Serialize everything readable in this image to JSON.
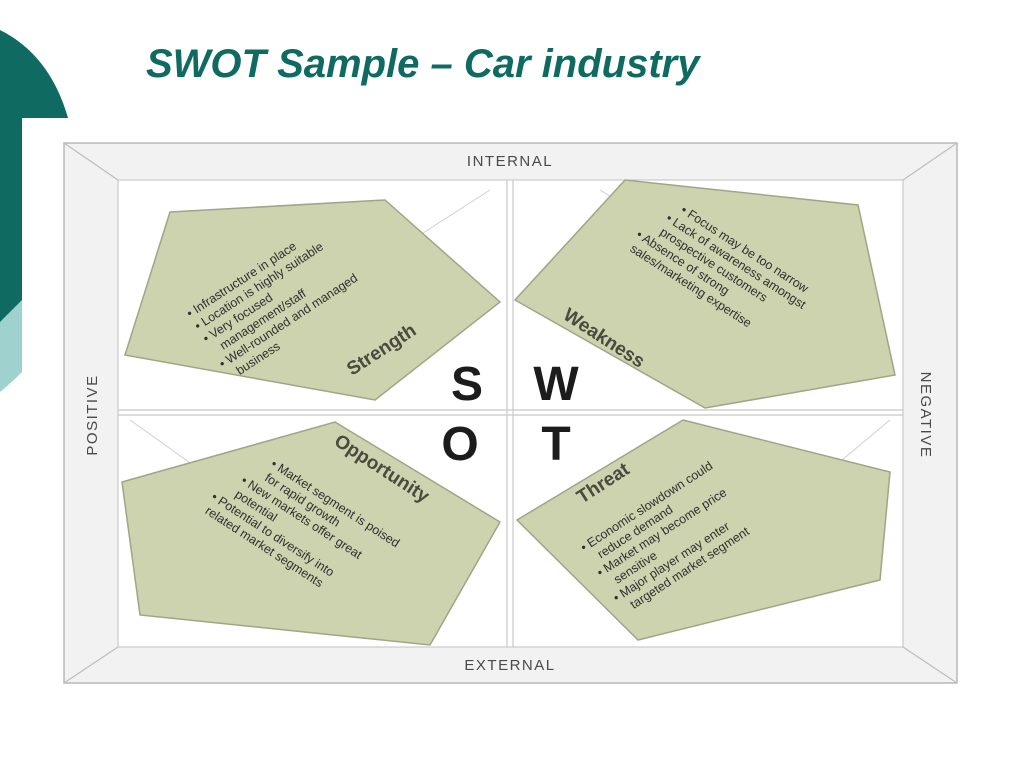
{
  "slide": {
    "title": "SWOT Sample – Car industry",
    "accent_color": "#0f6b62",
    "accent_light_color": "#9fd1cf"
  },
  "diagram": {
    "labels": {
      "top": "INTERNAL",
      "bottom": "EXTERNAL",
      "left": "POSITIVE",
      "right": "NEGATIVE"
    },
    "letters": {
      "s": "S",
      "w": "W",
      "o": "O",
      "t": "T"
    },
    "pentagon_color": "#cdd3ae",
    "quadrants": {
      "strength": {
        "title": "Strength",
        "lines": [
          "• Infrastructure in place",
          "• Location is highly suitable",
          "• Very focused",
          "   management/staff",
          "• Well-rounded and managed",
          "   business"
        ]
      },
      "weakness": {
        "title": "Weakness",
        "lines": [
          "• Focus may be too narrow",
          "• Lack of awareness amongst",
          "   prospective customers",
          "• Absence of strong",
          "   sales/marketing expertise"
        ]
      },
      "opportunity": {
        "title": "Opportunity",
        "lines": [
          "• Market segment is poised",
          "   for rapid growth",
          "• New markets offer great",
          "   potential",
          "• Potential to diversify into",
          "   related market segments"
        ]
      },
      "threat": {
        "title": "Threat",
        "lines": [
          "• Economic slowdown could",
          "   reduce demand",
          "• Market may become price",
          "   sensitive",
          "• Major player may enter",
          "   targeted market segment"
        ]
      }
    }
  }
}
